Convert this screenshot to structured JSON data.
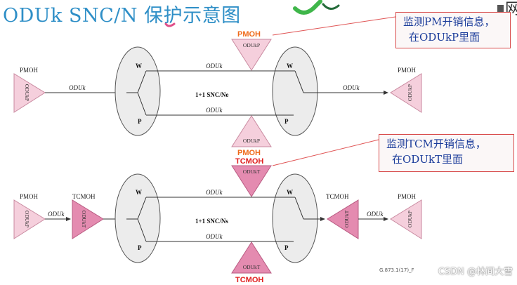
{
  "title": "ODUk SNC/N 保护示意图",
  "logo_fragment": "网",
  "callouts": {
    "pm": {
      "line1": "监测PM开销信息，",
      "line2": "在ODUkP里面"
    },
    "tcm": {
      "line1": "监测TCM开销信息，",
      "line2": "在ODUkT里面"
    }
  },
  "top": {
    "pmoh_left": "PMOH",
    "pmoh_right": "PMOH",
    "oduk_left": "ODUk",
    "oduk_right": "ODUk",
    "oduk_w": "ODUk",
    "oduk_p": "ODUk",
    "w": "W",
    "p": "P",
    "snc": "1+1 SNC/Ne",
    "tri_left": "ODUkP",
    "tri_right": "ODUkP",
    "tri_top": "ODUkP",
    "tri_bottom": "ODUkP",
    "pmoh_top_label": "PMOH",
    "pmoh_bottom_label": "PMOH"
  },
  "bottom": {
    "pmoh_left": "PMOH",
    "pmoh_right": "PMOH",
    "tcmoh_left": "TCMOH",
    "tcmoh_right": "TCMOH",
    "oduk_left": "ODUk",
    "oduk_right": "ODUk",
    "oduk_w": "ODUk",
    "oduk_p": "ODUk",
    "w": "W",
    "p": "P",
    "snc": "1+1 SNC/Ns",
    "tri_left_p": "ODUkP",
    "tri_left_t": "ODUkT",
    "tri_right_p": "ODUkP",
    "tri_right_t": "ODUkT",
    "tri_top": "ODUkT",
    "tri_bottom": "ODUkT",
    "tcmoh_top_label": "TCMOH",
    "tcmoh_bottom_label": "TCMOH"
  },
  "figure_id": "G.873.1(17)_F",
  "watermark": "CSDN @林间大雪",
  "colors": {
    "title": "#2f8fc7",
    "pm_label": "#ef6a1a",
    "tcm_label": "#e02020",
    "callout_border": "#d84a4a",
    "callout_text": "#1a3b9a",
    "light_triangle": "#f5cfdc",
    "dark_triangle": "#e48bb0"
  }
}
